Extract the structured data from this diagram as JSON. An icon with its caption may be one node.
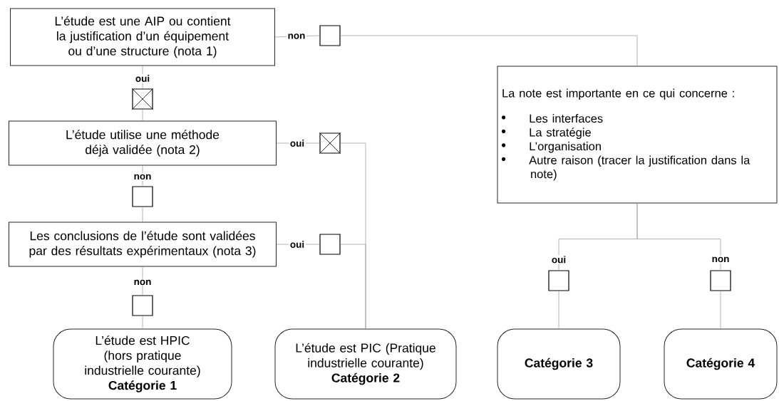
{
  "diagram": {
    "nodes": [
      {
        "text": [
          "L’étude est une AIP ou contient la justification d’un équipement ou d’une structure (nota 1)"
        ]
      },
      {
        "text": [],
        "shape": "box"
      },
      {
        "text": [],
        "shape": "crossed-box"
      },
      {
        "text": [
          "L’étude utilise une méthode déjà validée (nota 2)"
        ]
      },
      {
        "text": [],
        "shape": "crossed-box"
      },
      {
        "text": [],
        "shape": "box"
      },
      {
        "text": [
          "Les conclusions de l’étude sont validées par des résultats expérimentaux (nota 3)"
        ]
      },
      {
        "text": [],
        "shape": "box"
      },
      {
        "text": [],
        "shape": "box"
      },
      {
        "text": [
          "L’étude est HPIC (hors pratique industrielle courante)",
          "Catégorie 1"
        ]
      },
      {
        "text": [
          "L’étude est PIC (Pratique industrielle courante)",
          "Catégorie 2"
        ]
      },
      {
        "text": [
          "La note est importante en ce qui concerne :",
          "Les interfaces",
          "La stratégie",
          "L’organisation",
          "Autre raison (tracer la justification dans la note)"
        ]
      },
      {
        "text": [],
        "shape": "box"
      },
      {
        "text": [],
        "shape": "box"
      },
      {
        "text": [
          "Catégorie 3"
        ]
      },
      {
        "text": [
          "Catégorie 4"
        ]
      }
    ],
    "edges": [
      {
        "from": 0,
        "to": 1,
        "arrow": "none",
        "label": "non"
      },
      {
        "from": 0,
        "to": 2,
        "arrow": "none",
        "label": "oui"
      },
      {
        "from": 2,
        "to": 3,
        "arrow": "none"
      },
      {
        "from": 3,
        "to": 4,
        "arrow": "none",
        "label": "oui"
      },
      {
        "from": 3,
        "to": 5,
        "arrow": "none",
        "label": "non"
      },
      {
        "from": 5,
        "to": 6,
        "arrow": "none"
      },
      {
        "from": 6,
        "to": 7,
        "arrow": "none",
        "label": "oui"
      },
      {
        "from": 6,
        "to": 8,
        "arrow": "none",
        "label": "non"
      },
      {
        "from": 8,
        "to": 9,
        "arrow": "none"
      },
      {
        "from": 4,
        "to": 10,
        "arrow": "none"
      },
      {
        "from": 7,
        "to": 10,
        "arrow": "none"
      },
      {
        "from": 1,
        "to": 11,
        "arrow": "none"
      },
      {
        "from": 11,
        "to": 12,
        "arrow": "none",
        "label": "oui"
      },
      {
        "from": 11,
        "to": 13,
        "arrow": "none",
        "label": "non"
      },
      {
        "from": 12,
        "to": 14,
        "arrow": "none"
      },
      {
        "from": 13,
        "to": 15,
        "arrow": "none"
      }
    ]
  }
}
